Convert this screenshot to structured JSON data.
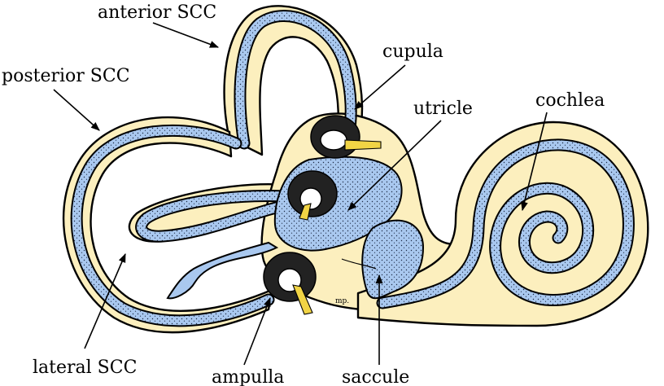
{
  "labels": {
    "anterior_scc": "anterior SCC",
    "posterior_scc": "posterior SCC",
    "lateral_scc": "lateral SCC",
    "cupula": "cupula",
    "utricle": "utricle",
    "cochlea": "cochlea",
    "ampulla": "ampulla",
    "saccule": "saccule",
    "signature": "mp."
  },
  "colors": {
    "bony_labyrinth": "#fcefbe",
    "membranous_labyrinth": "#a9c8ef",
    "hair_cells": "#f1d445",
    "outline": "#000000"
  }
}
